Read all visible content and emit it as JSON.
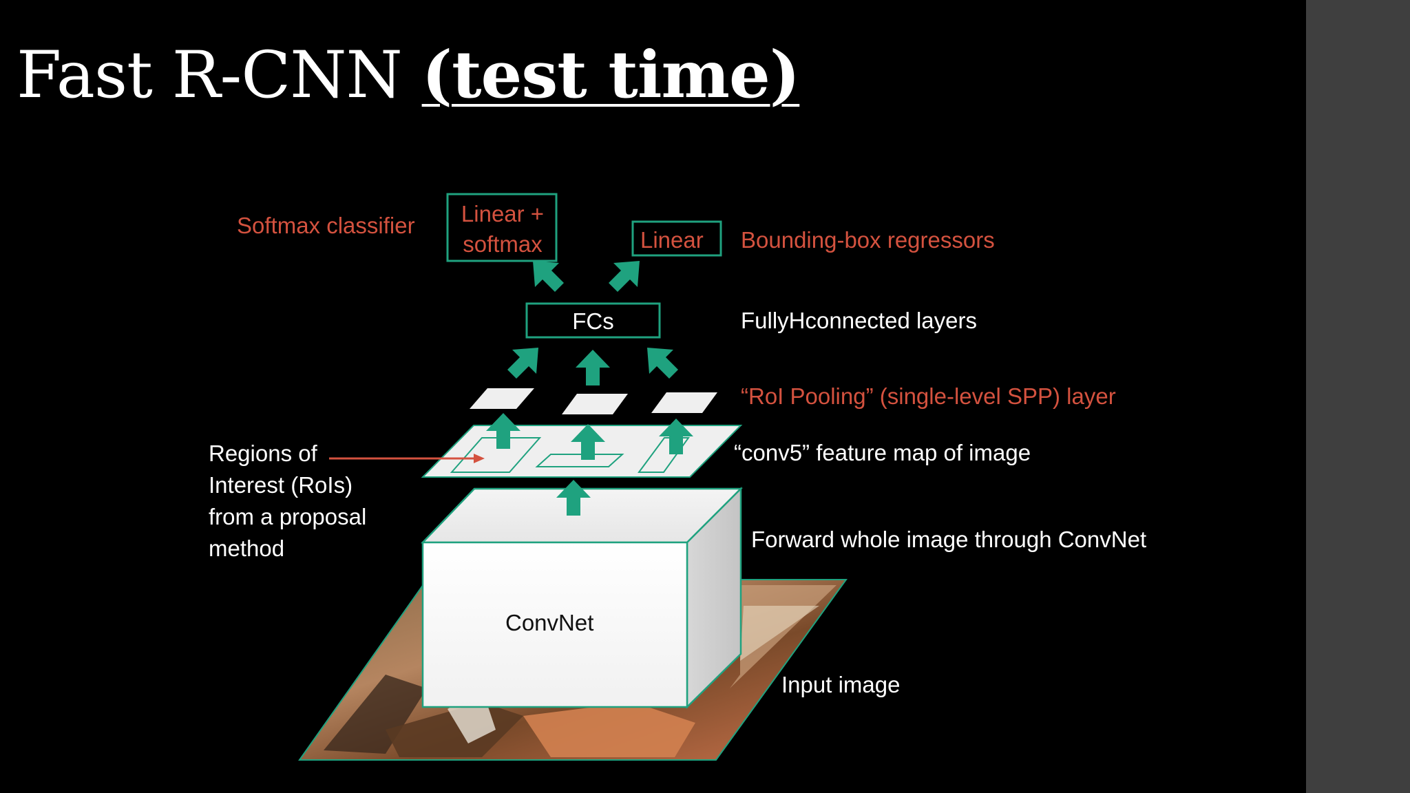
{
  "title": {
    "main": "Fast R-CNN ",
    "emphasis": "(test time)"
  },
  "labels": {
    "softmax_classifier": "Softmax classifier",
    "linear_softmax_line1": "Linear +",
    "linear_softmax_line2": "softmax",
    "linear": "Linear",
    "bbox_regressors": "Bounding-box  regressors",
    "fcs": "FCs",
    "fully_connected": "FullyHconnected layers",
    "roi_pooling": "“RoI Pooling”  (single-level SPP) layer",
    "conv5_map": "“conv5” feature map of image",
    "forward": "Forward whole image through  ConvNet",
    "convnet": "ConvNet",
    "input_image": "Input image",
    "regions": [
      "Regions of",
      "Interest (RoIs)",
      "from a proposal",
      "method"
    ]
  },
  "colors": {
    "accent_teal": "#1fa27f",
    "label_red": "#d4523f",
    "background": "#000000",
    "scrollbar": "#3f3f3f"
  }
}
